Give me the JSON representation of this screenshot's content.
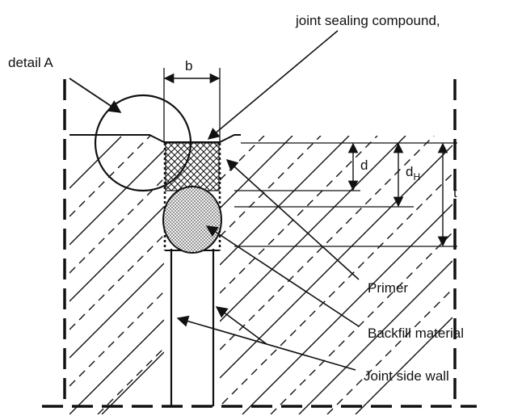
{
  "labels": {
    "joint_sealing_compound": "joint sealing compound,",
    "detail_a": "detail A",
    "b": "b",
    "d": "d",
    "d_h_main": "d",
    "d_h_sub": "H",
    "t": "t",
    "primer": "Primer",
    "backfill_material": "Backfill material",
    "joint_side_wall": "Joint side wall"
  },
  "colors": {
    "line": "#111111",
    "background": "#ffffff",
    "crosshatch": "#111111",
    "stipple": "#777777"
  }
}
